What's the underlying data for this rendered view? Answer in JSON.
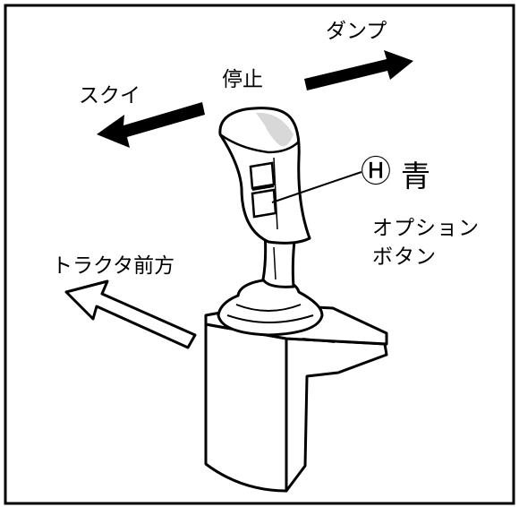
{
  "labels": {
    "dump": "ダンプ",
    "stop": "停止",
    "scoop": "スクイ",
    "h_marker": "Ⓗ",
    "blue": "青",
    "option_line1": "オプション",
    "option_line2": "ボタン",
    "tractor_forward": "トラクタ前方"
  },
  "colors": {
    "ink": "#000000",
    "paper": "#ffffff"
  }
}
